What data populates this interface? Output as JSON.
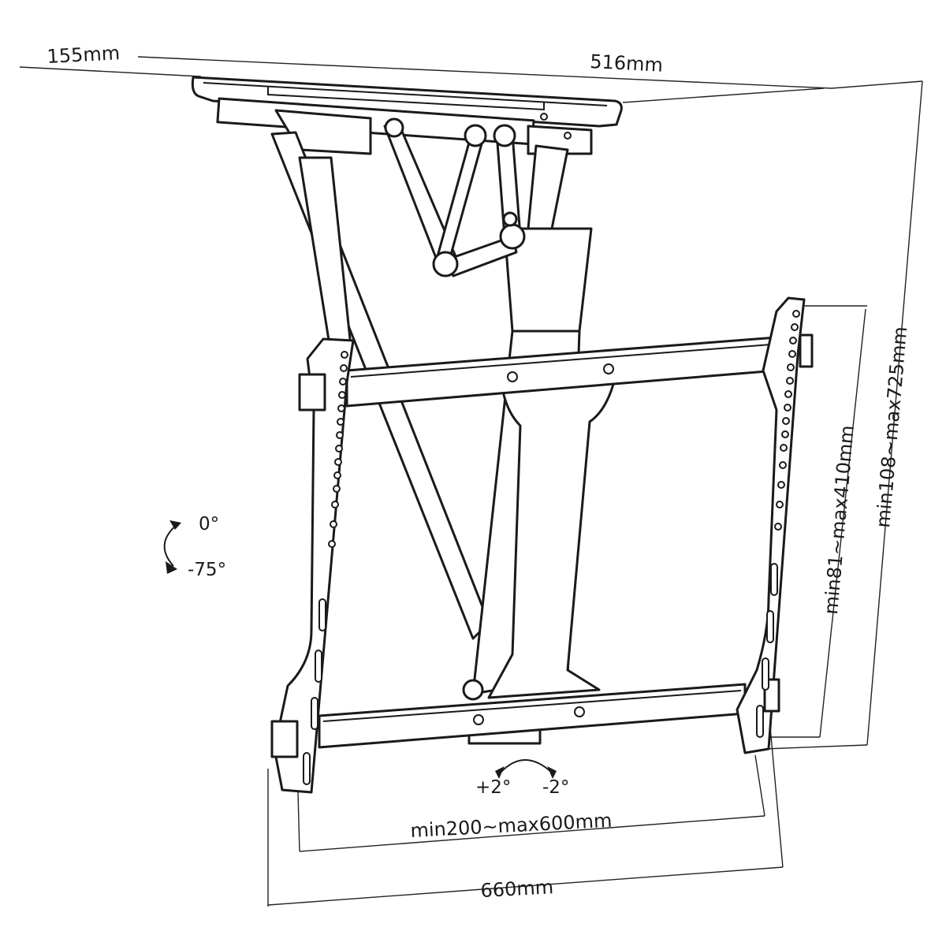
{
  "dimensions": {
    "depth": "155mm",
    "plate_width": "516mm",
    "height_range": "min108~max725mm",
    "vesa_vertical": "min81~max410mm",
    "vesa_horizontal": "min200~max600mm",
    "overall_width": "660mm"
  },
  "rotations": {
    "tilt_top": "0°",
    "tilt_bottom": "-75°",
    "level_plus": "+2°",
    "level_minus": "-2°"
  }
}
